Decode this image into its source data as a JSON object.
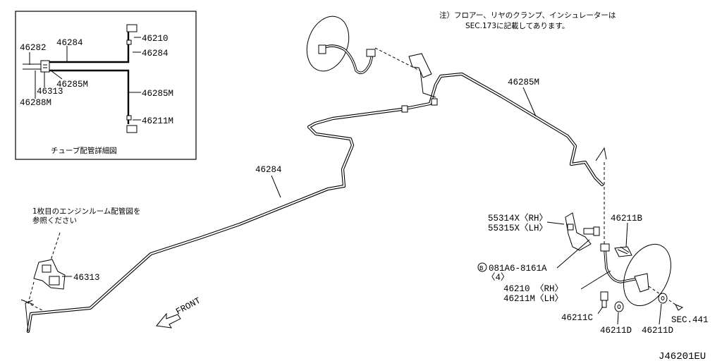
{
  "notes": {
    "top_line1": "注）フロアー、リヤのクランプ、インシュレーターは",
    "top_line2": "SEC.173に記載してあります。",
    "engine_line1": "1枚目のエンジンルーム配管図を",
    "engine_line2": "参照ください"
  },
  "inset": {
    "caption": "チューブ配管詳細図",
    "labels": {
      "p46282": "46282",
      "p46284": "46284",
      "p46210": "46210",
      "p46284b": "46284",
      "p46285m": "46285M",
      "p46285m_b": "46285M",
      "p46313": "46313",
      "p46288m": "46288M",
      "p46211m": "46211M"
    }
  },
  "labels": {
    "p46285m": "46285M",
    "p46284": "46284",
    "p46313": "46313",
    "p55314x": "55314X〈RH〉",
    "p55315x": "55315X〈LH〉",
    "p46211b": "46211B",
    "bolt_circle": "B",
    "bolt": "081A6-8161A",
    "bolt_qty": "〈4〉",
    "p46210": "46210 〈RH〉",
    "p46211m": "46211M〈LH〉",
    "p46211c": "46211C",
    "p46211d_a": "46211D",
    "p46211d_b": "46211D",
    "sec441": "SEC.441",
    "front": "FRONT"
  },
  "diagram_code": "J46201EU"
}
